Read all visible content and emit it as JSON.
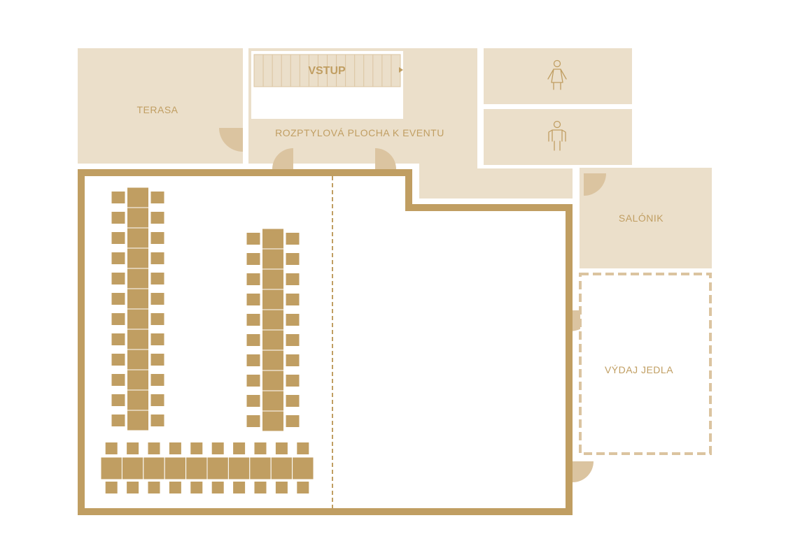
{
  "colors": {
    "room_fill": "#ebdfca",
    "wall": "#c09e62",
    "furniture": "#c09e62",
    "door": "#dbc4a0",
    "label": "#c09e62",
    "background": "#ffffff"
  },
  "rooms": {
    "terasa": "TERASA",
    "foyer": "ROZPTYLOVÁ PLOCHA K EVENTU",
    "entrance": "VSTUP",
    "lounge": "SALÓNIK",
    "food_service": "VÝDAJ JEDLA"
  },
  "icons": {
    "restroom_women": "woman-restroom-icon",
    "restroom_men": "man-restroom-icon",
    "entrance_arrow": "arrow-right-icon"
  },
  "seating": {
    "left_column_tables": 12,
    "right_column_tables": 10,
    "bottom_row_tables": 10,
    "chairs_per_table_side": 1
  }
}
